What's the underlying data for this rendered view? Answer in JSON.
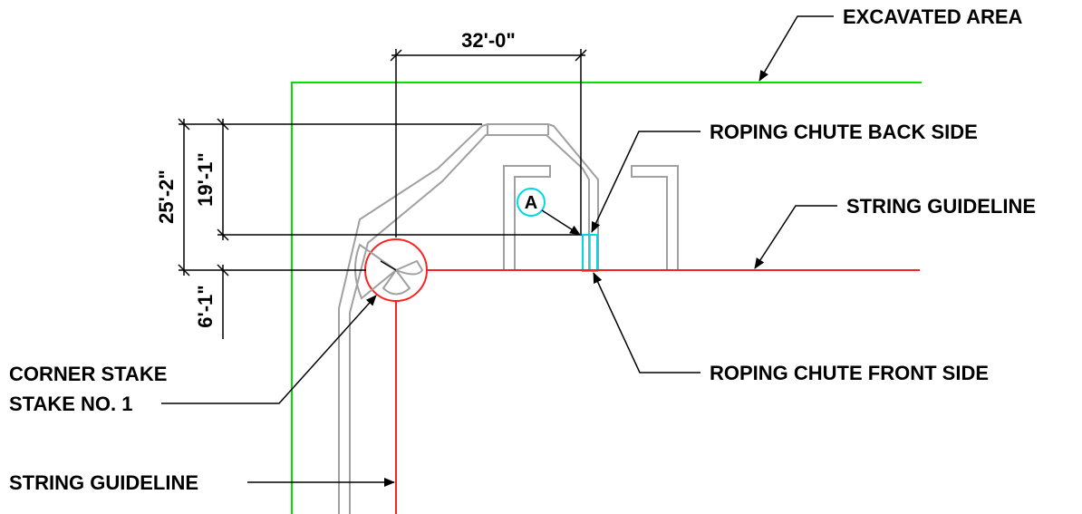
{
  "labels": {
    "excavated_area": "EXCAVATED AREA",
    "roping_chute_back": "ROPING CHUTE BACK SIDE",
    "string_guideline_right": "STRING GUIDELINE",
    "roping_chute_front": "ROPING CHUTE FRONT SIDE",
    "corner_stake_line1": "CORNER STAKE",
    "corner_stake_line2": "STAKE NO. 1",
    "string_guideline_bottom": "STRING GUIDELINE",
    "marker_a": "A"
  },
  "dimensions": {
    "width_top": "32'-0\"",
    "overall_height": "25'-2\"",
    "upper_height": "19'-1\"",
    "lower_height": "6'-1\""
  },
  "colors": {
    "excavation": "#00e000",
    "guideline": "#ff2020",
    "outline": "#a0a0a0",
    "chute": "#00d8e8",
    "dimension": "#000000"
  }
}
